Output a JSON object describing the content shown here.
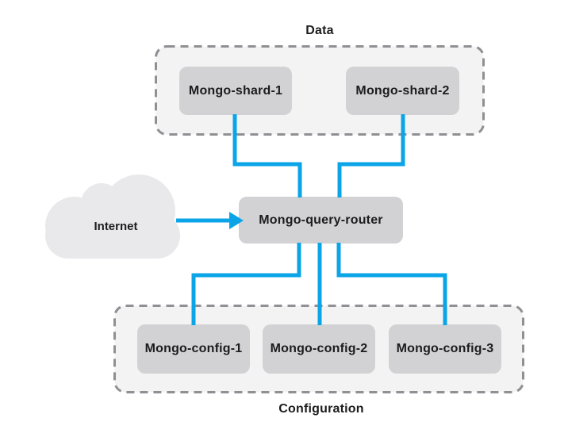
{
  "diagram": {
    "data_group": {
      "label": "Data"
    },
    "configuration_group": {
      "label": "Configuration"
    },
    "internet": {
      "label": "Internet",
      "icon": "cloud-icon"
    },
    "router": {
      "label": "Mongo-query-router"
    },
    "shards": [
      {
        "label": "Mongo-shard-1"
      },
      {
        "label": "Mongo-shard-2"
      }
    ],
    "configs": [
      {
        "label": "Mongo-config-1"
      },
      {
        "label": "Mongo-config-2"
      },
      {
        "label": "Mongo-config-3"
      }
    ],
    "connections": [
      {
        "from": "Internet",
        "to": "Mongo-query-router",
        "style": "arrow"
      },
      {
        "from": "Mongo-shard-1",
        "to": "Mongo-query-router",
        "style": "elbow"
      },
      {
        "from": "Mongo-shard-2",
        "to": "Mongo-query-router",
        "style": "elbow"
      },
      {
        "from": "Mongo-query-router",
        "to": "Mongo-config-1",
        "style": "elbow"
      },
      {
        "from": "Mongo-query-router",
        "to": "Mongo-config-2",
        "style": "straight"
      },
      {
        "from": "Mongo-query-router",
        "to": "Mongo-config-3",
        "style": "elbow"
      }
    ],
    "colors": {
      "connector": "#0ba5e7",
      "node_fill": "#d2d2d4",
      "group_fill": "#f3f3f4",
      "group_border": "#909094",
      "cloud_fill": "#e9e9eb",
      "label_text": "#1c1c1c",
      "background": "#ffffff"
    }
  }
}
